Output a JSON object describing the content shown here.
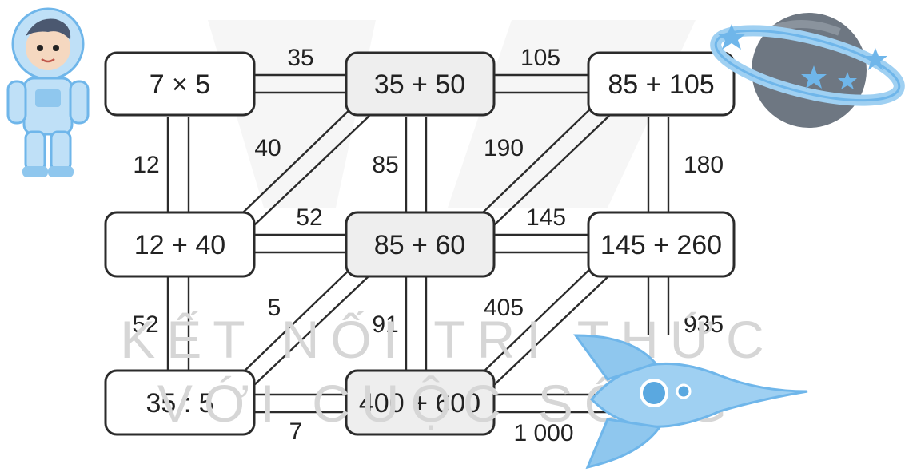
{
  "watermark": {
    "line1": "KẾT NỐI TRI THỨC",
    "line2": "VỚI CUỘC SỐNG"
  },
  "boxes": {
    "r0c0": "7 × 5",
    "r0c1": "35 + 50",
    "r0c2": "85 + 105",
    "r1c0": "12 + 40",
    "r1c1": "85 + 60",
    "r1c2": "145 + 260",
    "r2c0": "35 : 5",
    "r2c1": "400 + 600"
  },
  "edge_labels": {
    "top_0_1": "35",
    "top_1_2": "105",
    "vert_0_0_1": "12",
    "diag_1_0": "40",
    "vert_1_0_1": "85",
    "diag_2_1": "190",
    "vert_2_0_1": "180",
    "mid_0_1": "52",
    "mid_1_2": "145",
    "vert_0_1_2": "52",
    "diag_1_0_b": "5",
    "vert_1_1_2": "91",
    "diag_2_1_b": "405",
    "vert_2_1_2": "935",
    "bot_0_1": "7",
    "bot_1_rocket": "1 000"
  },
  "colors": {
    "accent_blue": "#6fb6ea",
    "light_blue": "#bfe0f7",
    "planet_grey": "#6e7782"
  },
  "icons": {
    "astronaut": "astronaut-icon",
    "planet": "planet-icon",
    "rocket": "rocket-icon"
  }
}
